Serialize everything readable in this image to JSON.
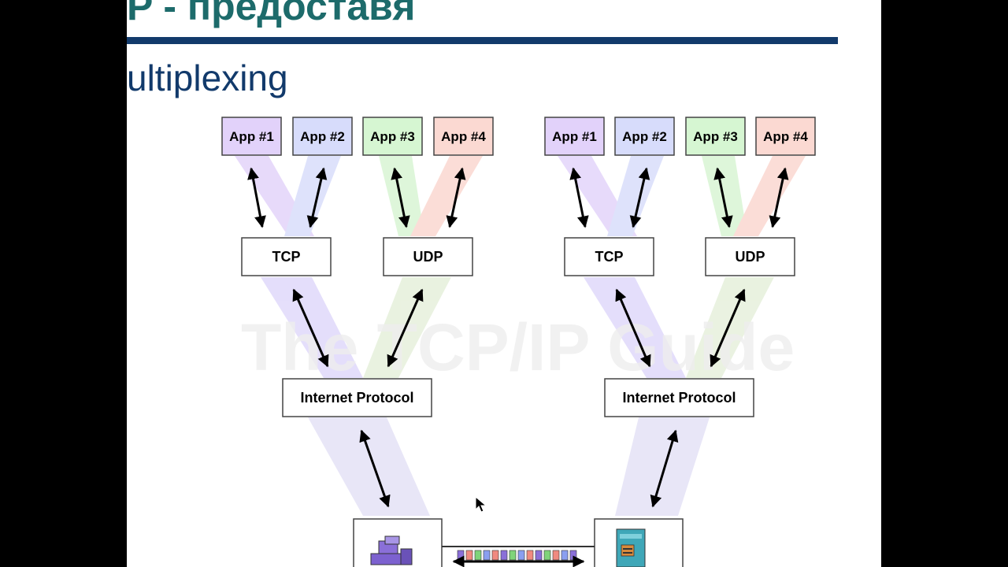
{
  "slide": {
    "title": "P - предоставя",
    "subtitle": "ultiplexing"
  },
  "diagram": {
    "watermark": "The TCP/IP Guide",
    "hosts": [
      {
        "apps": [
          "App #1",
          "App #2",
          "App #3",
          "App #4"
        ],
        "tcp": "TCP",
        "udp": "UDP",
        "ip": "Internet Protocol"
      },
      {
        "apps": [
          "App #1",
          "App #2",
          "App #3",
          "App #4"
        ],
        "tcp": "TCP",
        "udp": "UDP",
        "ip": "Internet Protocol"
      }
    ],
    "app_colors": [
      "#e2d2fa",
      "#d7dcfb",
      "#d6f6d2",
      "#fbd9d2"
    ],
    "icons": [
      "workstation-icon",
      "server-icon",
      "network-cable-icon"
    ]
  }
}
